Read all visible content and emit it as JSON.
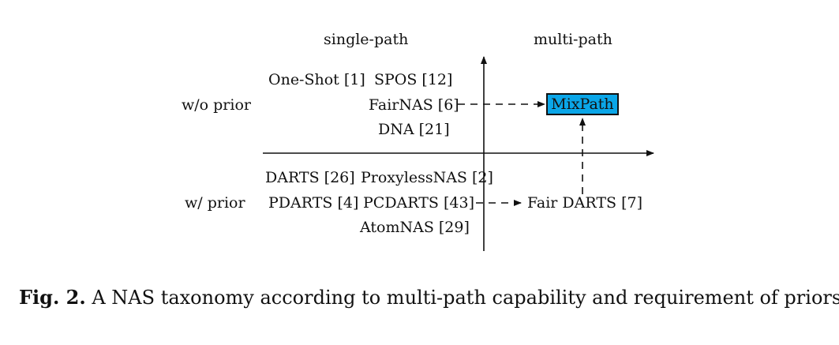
{
  "columns": {
    "single_path": "single-path",
    "multi_path": "multi-path"
  },
  "rows": {
    "without_prior": "w/o prior",
    "with_prior": "w/ prior"
  },
  "methods": {
    "one_shot": "One-Shot [1]",
    "spos": "SPOS [12]",
    "fairnas": "FairNAS [6]",
    "dna": "DNA [21]",
    "darts": "DARTS [26]",
    "proxylessnas": "ProxylessNAS [2]",
    "pdarts": "PDARTS [4]",
    "pcdarts": "PCDARTS [43]",
    "atomnas": "AtomNAS [29]",
    "fair_darts": "Fair DARTS [7]",
    "mixpath": "MixPath"
  },
  "colors": {
    "mixpath_box": "#0aa6e8",
    "ink": "#111111"
  },
  "caption": {
    "label": "Fig. 2.",
    "text": " A NAS taxonomy according to multi-path capability and requirement of priors"
  }
}
